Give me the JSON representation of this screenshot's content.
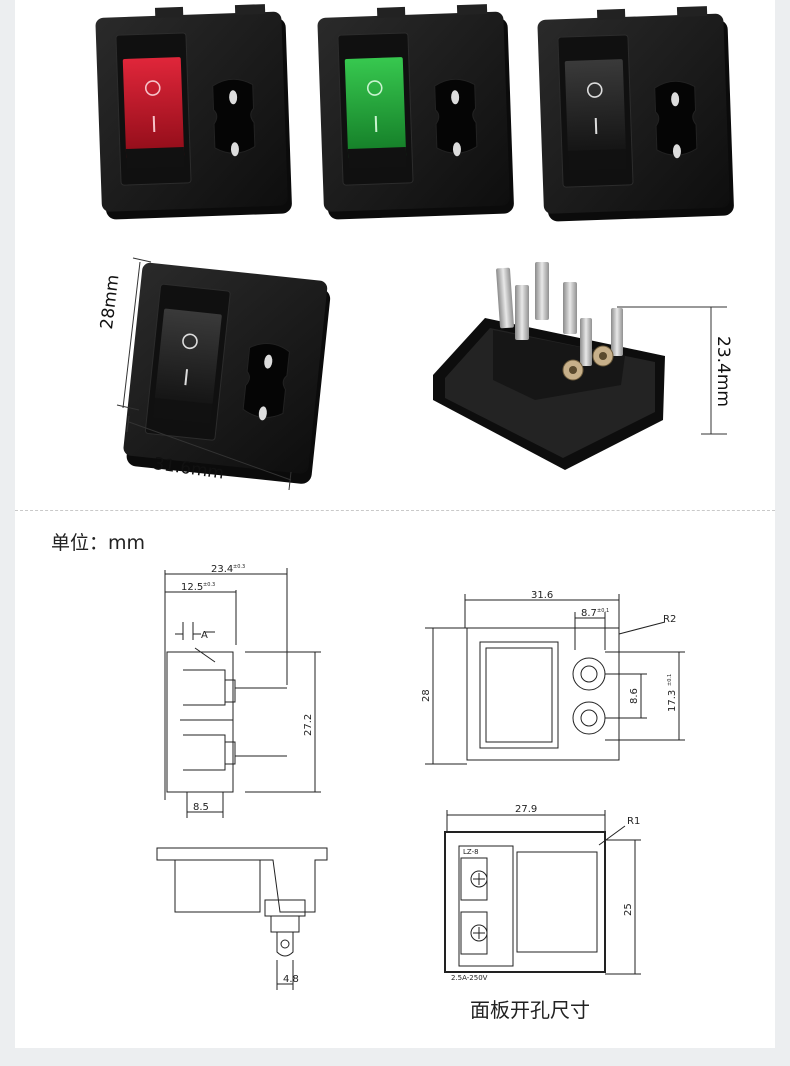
{
  "photos": {
    "colors": {
      "red_rocker": "#c8182a",
      "green_rocker": "#1fa83a",
      "black_rocker": "#1c1c1c",
      "housing": "#1a1a1a",
      "terminal": "#c9c9c9"
    },
    "dimensions": {
      "height": "28mm",
      "width": "31.6mm",
      "depth": "23.4mm"
    }
  },
  "unit_label": "单位：mm",
  "drawings": {
    "side": {
      "overall": "23.4",
      "overall_tol": "±0.3",
      "offset": "12.5",
      "offset_tol": "±0.3",
      "gap": "A",
      "height": "27.2",
      "base": "8.5"
    },
    "front": {
      "width": "31.6",
      "height": "28",
      "socket_w": "8.7",
      "socket_w_tol": "±0.1",
      "radius": "R2",
      "pin_pitch": "8.6",
      "socket_h": "17.3",
      "socket_h_tol": "±0.1"
    },
    "bottom": {
      "terminal": "4.8"
    },
    "cutout": {
      "width": "27.9",
      "height": "25",
      "radius": "R1",
      "model": "LZ-8",
      "rating": "2.5A-250V"
    }
  },
  "caption": "面板开孔尺寸"
}
